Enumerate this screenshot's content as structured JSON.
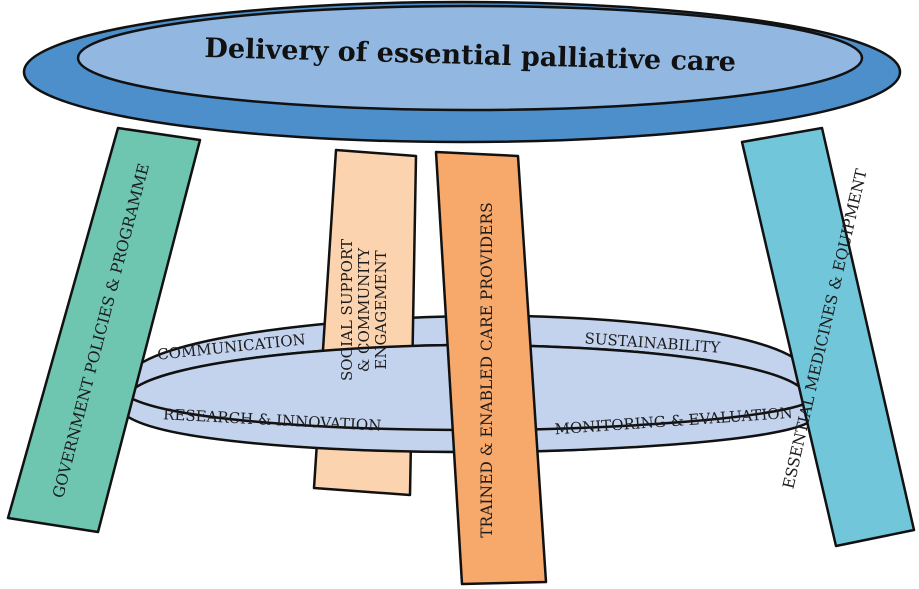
{
  "title": "Delivery of essential palliative care",
  "legs": {
    "left": "GOVERNMENT POLICIES & PROGRAMME",
    "social": [
      "SOCIAL SUPPORT",
      "& COMMUNITY",
      "ENGAGEMENT"
    ],
    "center": "TRAINED & ENABLED CARE PROVIDERS",
    "right": "ESSENTIAL MEDICINES & EQUIPMENT"
  },
  "ring": {
    "top_left": "COMMUNICATION",
    "top_right": "SUSTAINABILITY",
    "bottom_left": "RESEARCH & INNOVATION",
    "bottom_right": "MONITORING & EVALUATION"
  },
  "colors": {
    "seat_outer": "#4d8fcb",
    "seat_inner": "#92b8e2",
    "ring": "#c3d3ee",
    "leg_left": "#6ec5b0",
    "leg_social": "#fbd3ae",
    "leg_center": "#f7a86b",
    "leg_right": "#72c6da",
    "outline": "#111111"
  }
}
